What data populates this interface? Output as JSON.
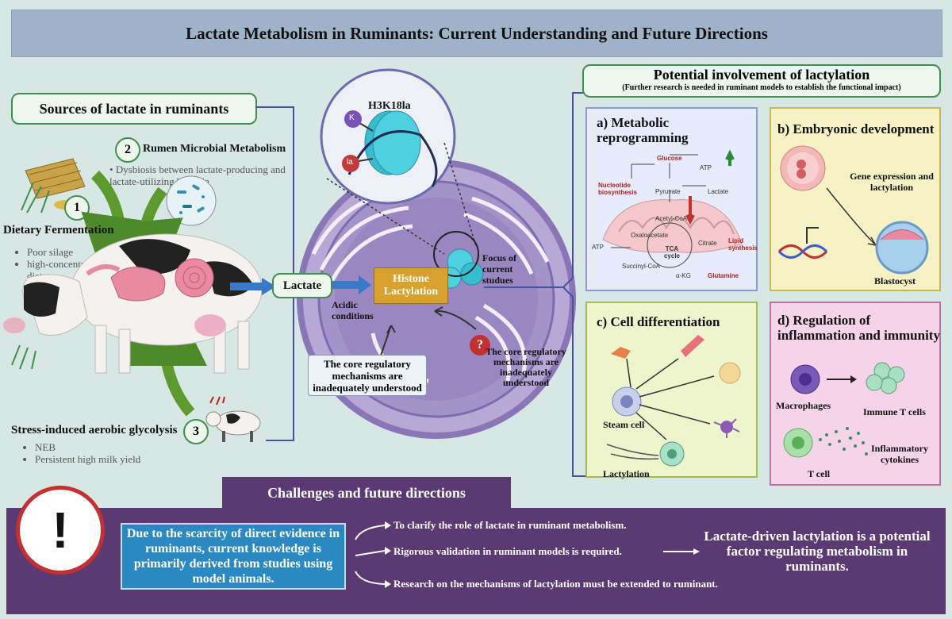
{
  "title": "Lactate Metabolism in Ruminants: Current Understanding and Future Directions",
  "sources": {
    "heading": "Sources of lactate in ruminants",
    "rumen": {
      "num": "2",
      "title": "Rumen Microbial Metabolism",
      "bullet": "Dysbiosis between lactate-producing and lactate-utilizing bacteria"
    },
    "dietary": {
      "num": "1",
      "title": "Dietary Fermentation",
      "bullets": [
        "Poor silage",
        "high-concentrate diet"
      ]
    },
    "stress": {
      "num": "3",
      "title": "Stress-induced aerobic glycolysis",
      "bullets": [
        "NEB",
        "Persistent high milk yield"
      ]
    }
  },
  "center": {
    "lactate_label": "Lactate",
    "h3k18la": "H3K18la",
    "k_label": "K",
    "la_label": "la",
    "histone_label": "Histone Lactylation",
    "focus_label": "Focus of current studues",
    "acidic_label": "Acidic conditions",
    "question_mark": "?",
    "core_box": "The core regulatory mechanisms are inadequately understood",
    "core_red": "The core regulatory mechanisms are inadequately understood"
  },
  "lactylation": {
    "heading": "Potential involvement of lactylation",
    "subheading": "(Further research is needed in ruminant models to establish the functional impact)",
    "metabolic": {
      "title": "a) Metabolic reprogramming",
      "glucose": "Glucose",
      "atp": "ATP",
      "nucleotide": "Nucleotide biosynthesis",
      "pyruvate": "Pyruvate",
      "lactate": "Lactate",
      "acetyl": "Acetyl-CoA",
      "oxaloacetate": "Oxaloacetate",
      "citrate": "Citrate",
      "lipid": "Lipid synthesis",
      "atp2": "ATP",
      "tca": "TCA cycle",
      "succinyl": "Succinyl-CoA",
      "akg": "α-KG",
      "glutamine": "Glutamine"
    },
    "embryonic": {
      "title": "b) Embryonic development",
      "gene": "Gene expression and lactylation",
      "blastocyst": "Blastocyst"
    },
    "differentiation": {
      "title": "c) Cell differentiation",
      "steam": "Steam cell",
      "lactylation": "Lactylation"
    },
    "inflammation": {
      "title": "d) Regulation of inflammation and immunity",
      "macrophages": "Macrophages",
      "tcells": "Immune T cells",
      "cytokines": "Inflammatory cytokines",
      "tcell": "T cell"
    }
  },
  "challenges": {
    "heading": "Challenges and future directions",
    "exclaim": "!",
    "evidence": "Due to the scarcity of direct evidence in ruminants, current knowledge is primarily derived from studies using model animals.",
    "items": [
      "To clarify the role of lactate in ruminant metabolism.",
      "Rigorous validation in ruminant models is required.",
      "Research on the mechanisms of lactylation must be extended to ruminant."
    ],
    "conclusion": "Lactate-driven lactylation is a potential factor regulating metabolism in ruminants."
  },
  "colors": {
    "title_bg": "#9fb3c8",
    "green_border": "#3f8f4f",
    "purple": "#5b3a73",
    "blue_box": "#2a89c0",
    "cell_purple": "#9a86c0"
  }
}
